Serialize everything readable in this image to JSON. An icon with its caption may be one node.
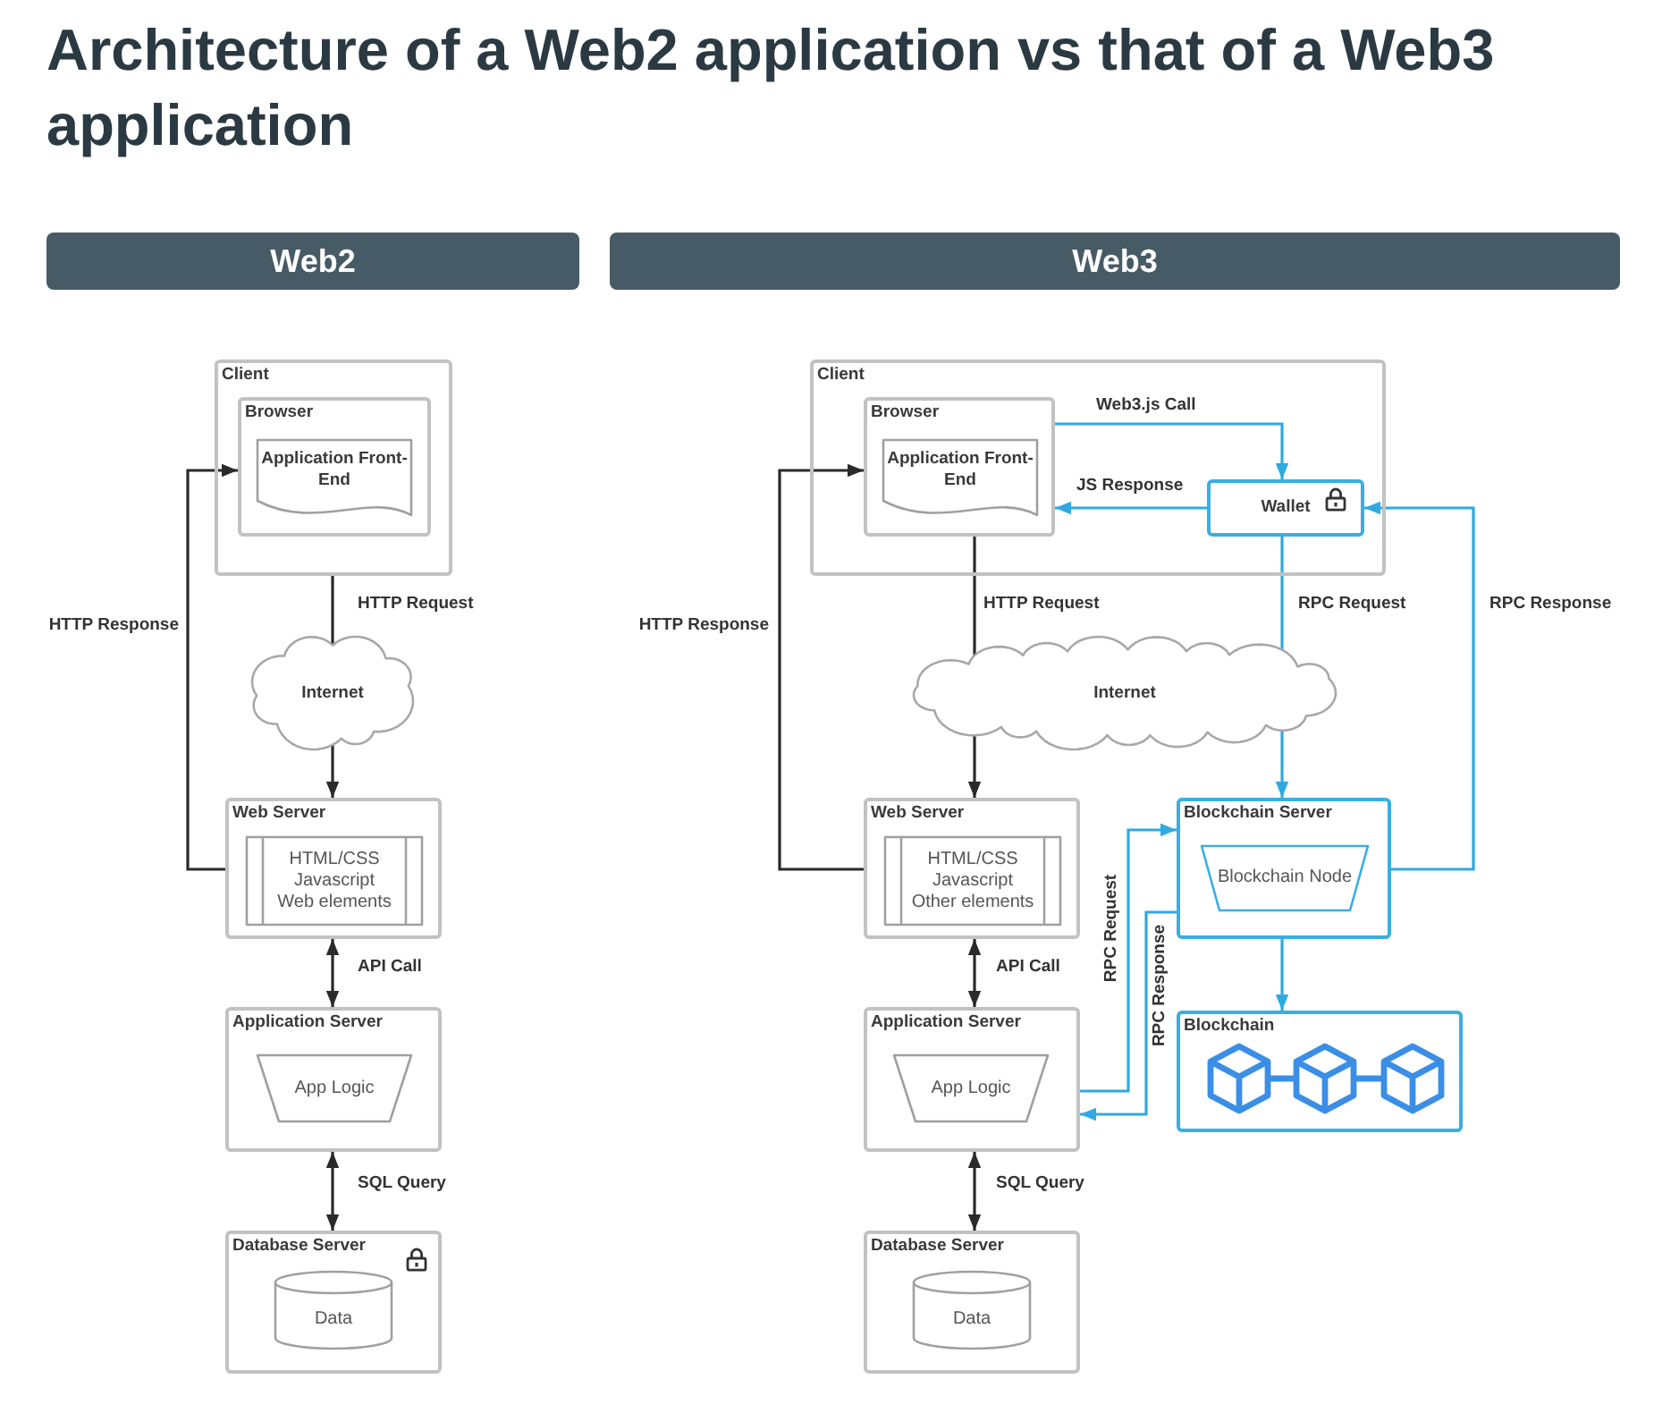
{
  "diagram": {
    "title": "Architecture of a Web2 application vs that of a Web3 application",
    "nodes": [
      {
        "text": [
          "Web2"
        ]
      },
      {
        "text": [
          "Web3"
        ]
      },
      {
        "text": [
          "Client"
        ]
      },
      {
        "text": [
          "Browser"
        ],
        "in": 2
      },
      {
        "text": [
          "Application Front-End"
        ],
        "in": 3
      },
      {
        "text": [
          "Internet"
        ]
      },
      {
        "text": [
          "Web Server"
        ]
      },
      {
        "text": [
          "HTML/CSS Javascript Web elements"
        ],
        "in": 6
      },
      {
        "text": [
          "Application Server"
        ]
      },
      {
        "text": [
          "App Logic"
        ],
        "in": 8
      },
      {
        "text": [
          "Database Server"
        ]
      },
      {
        "text": [
          "Data"
        ],
        "in": 10
      },
      {
        "text": [
          "Client"
        ]
      },
      {
        "text": [
          "Browser"
        ],
        "in": 12
      },
      {
        "text": [
          "Application Front-End"
        ],
        "in": 13
      },
      {
        "text": [
          "Wallet"
        ],
        "in": 12
      },
      {
        "text": [
          "Internet"
        ]
      },
      {
        "text": [
          "Web Server"
        ]
      },
      {
        "text": [
          "HTML/CSS Javascript Other elements"
        ],
        "in": 17
      },
      {
        "text": [
          "Application Server"
        ]
      },
      {
        "text": [
          "App Logic"
        ],
        "in": 19
      },
      {
        "text": [
          "Database Server"
        ]
      },
      {
        "text": [
          "Data"
        ],
        "in": 21
      },
      {
        "text": [
          "Blockchain Server"
        ]
      },
      {
        "text": [
          "Blockchain Node"
        ],
        "in": 23
      },
      {
        "text": [
          "Blockchain"
        ]
      }
    ],
    "edges": [
      {
        "from": 2,
        "to": 5,
        "arrow": "none",
        "label": "HTTP Request"
      },
      {
        "from": 5,
        "to": 6,
        "arrow": "to"
      },
      {
        "from": 6,
        "to": 3,
        "arrow": "to",
        "label": "HTTP Response"
      },
      {
        "from": 6,
        "to": 8,
        "arrow": "both",
        "label": "API Call"
      },
      {
        "from": 8,
        "to": 10,
        "arrow": "both",
        "label": "SQL Query"
      },
      {
        "from": 13,
        "to": 16,
        "arrow": "none",
        "label": "HTTP Request"
      },
      {
        "from": 16,
        "to": 17,
        "arrow": "to"
      },
      {
        "from": 17,
        "to": 13,
        "arrow": "to",
        "label": "HTTP Response"
      },
      {
        "from": 13,
        "to": 15,
        "arrow": "to",
        "label": "Web3.js Call",
        "color": "#2fa9e1"
      },
      {
        "from": 15,
        "to": 13,
        "arrow": "to",
        "label": "JS Response",
        "color": "#2fa9e1"
      },
      {
        "from": 15,
        "to": 16,
        "arrow": "none",
        "label": "RPC Request",
        "color": "#2fa9e1"
      },
      {
        "from": 16,
        "to": 23,
        "arrow": "to",
        "color": "#2fa9e1"
      },
      {
        "from": 23,
        "to": 15,
        "arrow": "to",
        "label": "RPC Response",
        "color": "#2fa9e1"
      },
      {
        "from": 23,
        "to": 25,
        "arrow": "to",
        "color": "#2fa9e1"
      },
      {
        "from": 19,
        "to": 23,
        "arrow": "to",
        "label": "RPC Request",
        "color": "#2fa9e1"
      },
      {
        "from": 23,
        "to": 19,
        "arrow": "to",
        "label": "RPC Response",
        "color": "#2fa9e1"
      },
      {
        "from": 17,
        "to": 19,
        "arrow": "both",
        "label": "API Call"
      },
      {
        "from": 19,
        "to": 21,
        "arrow": "both",
        "label": "SQL Query"
      }
    ]
  }
}
